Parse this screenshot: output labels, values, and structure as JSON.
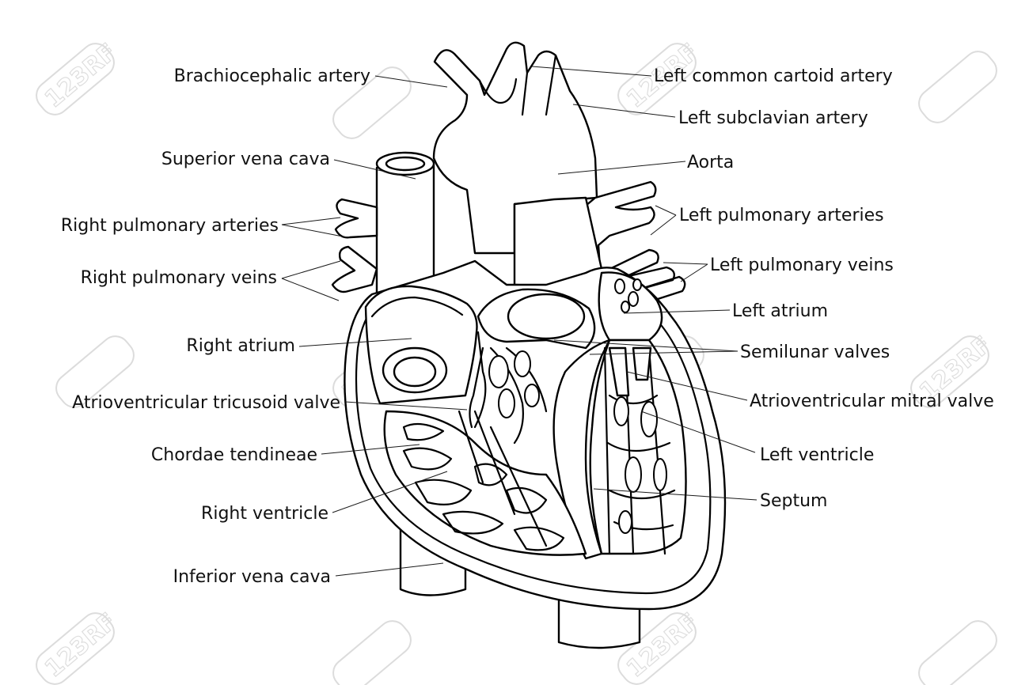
{
  "labels": {
    "brachiocephalic_artery": "Brachiocephalic artery",
    "left_common_cartoid_artery": "Left common cartoid artery",
    "left_subclavian_artery": "Left subclavian artery",
    "superior_vena_cava": "Superior vena cava",
    "aorta": "Aorta",
    "right_pulmonary_arteries": "Right pulmonary arteries",
    "left_pulmonary_arteries": "Left pulmonary arteries",
    "right_pulmonary_veins": "Right pulmonary veins",
    "left_pulmonary_veins": "Left pulmonary veins",
    "left_atrium": "Left atrium",
    "right_atrium": "Right atrium",
    "semilunar_valves": "Semilunar valves",
    "atrioventricular_tricusoid_valve": "Atrioventricular tricusoid valve",
    "atrioventricular_mitral_valve": "Atrioventricular mitral valve",
    "chordae_tendineae": "Chordae tendineae",
    "left_ventricle": "Left ventricle",
    "right_ventricle": "Right ventricle",
    "septum": "Septum",
    "inferior_vena_cava": "Inferior vena cava"
  },
  "watermark": {
    "text": "123RF"
  },
  "colors": {
    "ink": "#000000",
    "background": "#ffffff",
    "watermark": "#dedede"
  }
}
